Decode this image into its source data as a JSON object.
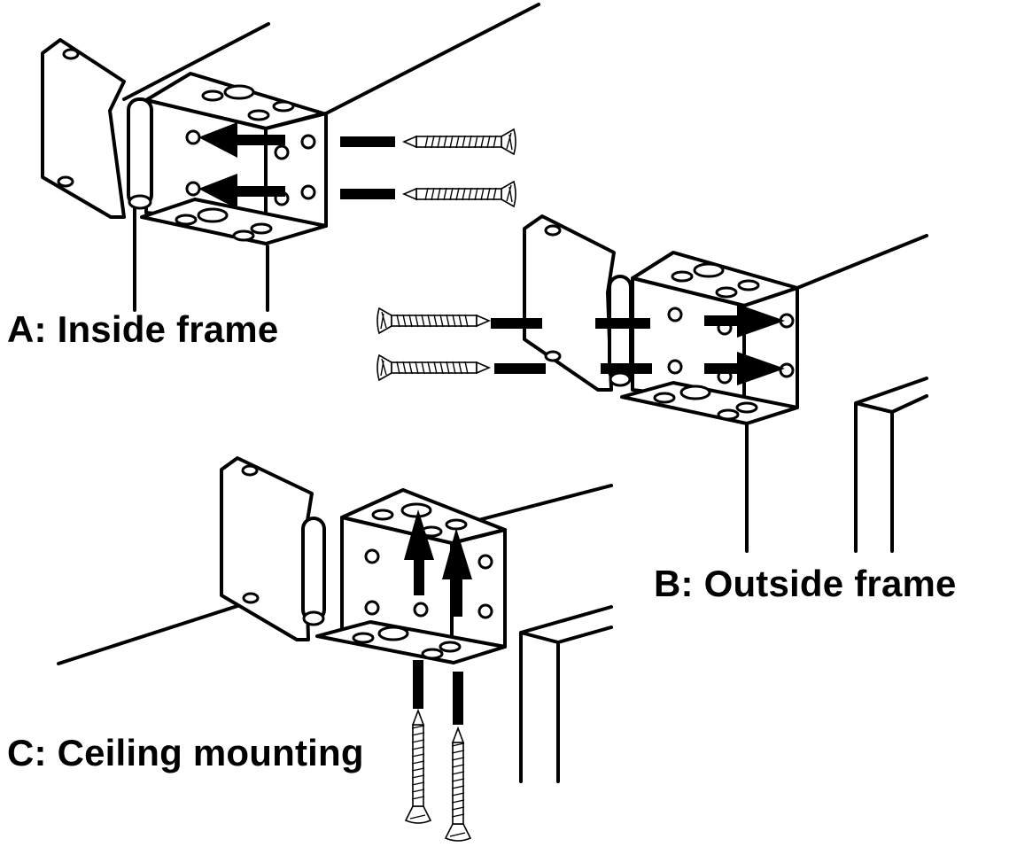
{
  "diagram": {
    "title": "Hinge bracket mounting options",
    "colors": {
      "line": "#000000",
      "background": "#ffffff"
    },
    "panels": [
      {
        "id": "A",
        "label": "A: Inside frame",
        "screw_direction": "left",
        "screw_count": 2
      },
      {
        "id": "B",
        "label": "B: Outside frame",
        "screw_direction": "right",
        "screw_count": 2
      },
      {
        "id": "C",
        "label": "C: Ceiling mounting",
        "screw_direction": "up",
        "screw_count": 2
      }
    ]
  }
}
